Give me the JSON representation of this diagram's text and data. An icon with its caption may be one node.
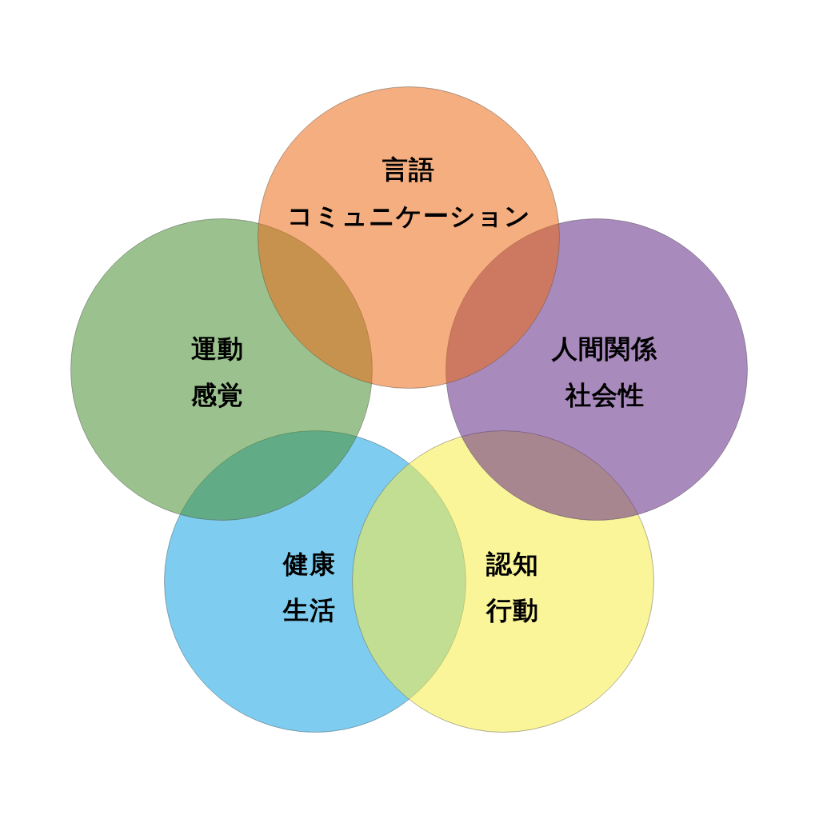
{
  "diagram": {
    "nodes": [
      {
        "text": [
          "言語",
          "コミュニケーション"
        ]
      },
      {
        "text": [
          "運動",
          "感覚"
        ]
      },
      {
        "text": [
          "人間関係",
          "社会性"
        ]
      },
      {
        "text": [
          "健康",
          "生活"
        ]
      },
      {
        "text": [
          "認知",
          "行動"
        ]
      }
    ]
  }
}
